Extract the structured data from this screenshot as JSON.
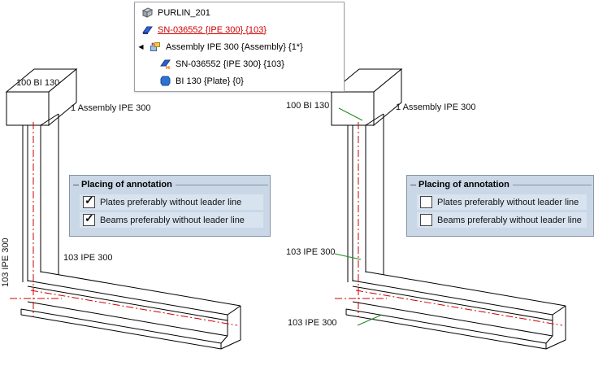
{
  "tree": {
    "expander_glyph": "◀",
    "items": [
      {
        "label": "PURLIN_201",
        "icon": "purlin-icon"
      },
      {
        "label": "SN-036552 {IPE 300} {103}",
        "icon": "beam-icon",
        "highlighted": true
      },
      {
        "label": "Assembly IPE 300 {Assembly} {1*}",
        "icon": "assembly-icon",
        "expanded": true
      },
      {
        "label": "SN-036552 {IPE 300} {103}",
        "icon": "beam-main-part-icon",
        "indent": 1
      },
      {
        "label": "BI 130 {Plate} {0}",
        "icon": "plate-icon",
        "indent": 1
      }
    ]
  },
  "left_view": {
    "labels": {
      "plate": "100 BI 130",
      "assembly": "1 Assembly IPE 300",
      "column": "103 IPE 300",
      "beam": "103 IPE 300"
    },
    "panel": {
      "title": "Placing of annotation",
      "checkboxes": [
        {
          "label": "Plates preferably without leader line",
          "checked": true
        },
        {
          "label": "Beams preferably without leader line",
          "checked": true
        }
      ]
    }
  },
  "right_view": {
    "labels": {
      "plate": "100 BI 130",
      "assembly": "1 Assembly IPE 300",
      "column": "103 IPE 300",
      "beam": "103 IPE 300"
    },
    "panel": {
      "title": "Placing of annotation",
      "checkboxes": [
        {
          "label": "Plates preferably without leader line",
          "checked": false
        },
        {
          "label": "Beams preferably without leader line",
          "checked": false
        }
      ]
    }
  },
  "colors": {
    "centerline_red": "#cc0000",
    "leader_green": "#1e8a1e",
    "tree_link_red": "#cc0000",
    "panel_bg": "#cad7e6",
    "drawing_line": "#000000"
  }
}
